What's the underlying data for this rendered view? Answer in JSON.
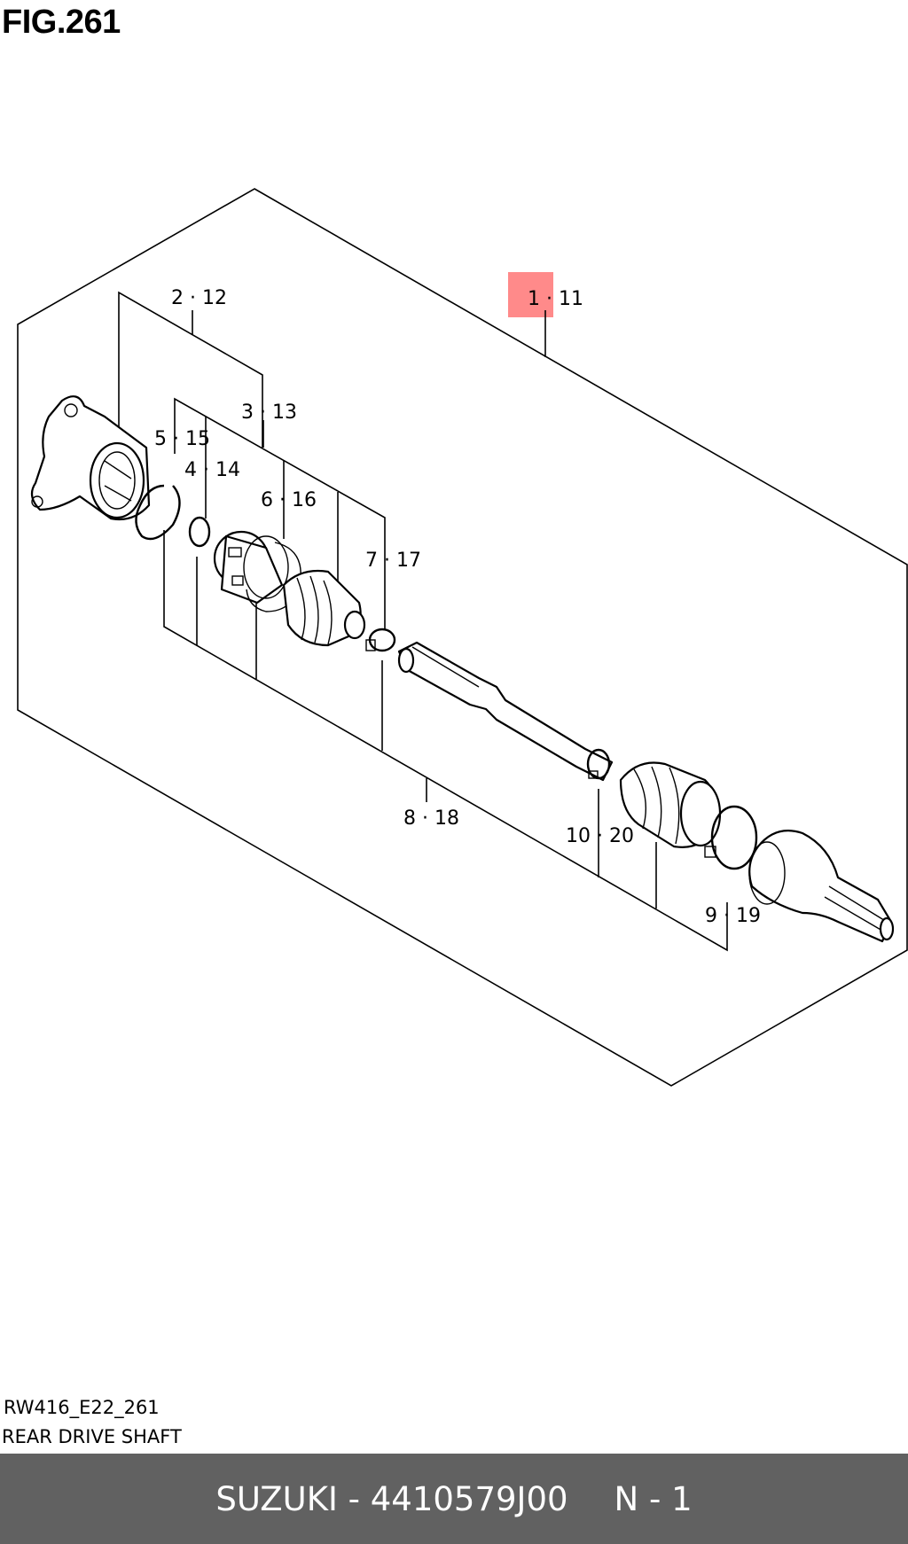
{
  "figure": {
    "title": "FIG.261",
    "drawing_code": "RW416_E22_261",
    "drawing_name": "REAR DRIVE SHAFT"
  },
  "callouts": [
    {
      "id": "c1",
      "label": "1 · 11",
      "highlighted": true
    },
    {
      "id": "c2",
      "label": "2 · 12"
    },
    {
      "id": "c3",
      "label": "3 · 13"
    },
    {
      "id": "c4",
      "label": "4 · 14"
    },
    {
      "id": "c5",
      "label": "5 · 15"
    },
    {
      "id": "c6",
      "label": "6 · 16"
    },
    {
      "id": "c7",
      "label": "7 · 17"
    },
    {
      "id": "c8",
      "label": "8 · 18"
    },
    {
      "id": "c9",
      "label": "9 · 19"
    },
    {
      "id": "c10",
      "label": "10 · 20"
    }
  ],
  "footer": {
    "brand_part": "SUZUKI - 4410579J00",
    "sheet": "N - 1"
  },
  "colors": {
    "highlight": "#ff8a8a",
    "footer_bg": "#616161",
    "footer_text": "#ffffff"
  }
}
